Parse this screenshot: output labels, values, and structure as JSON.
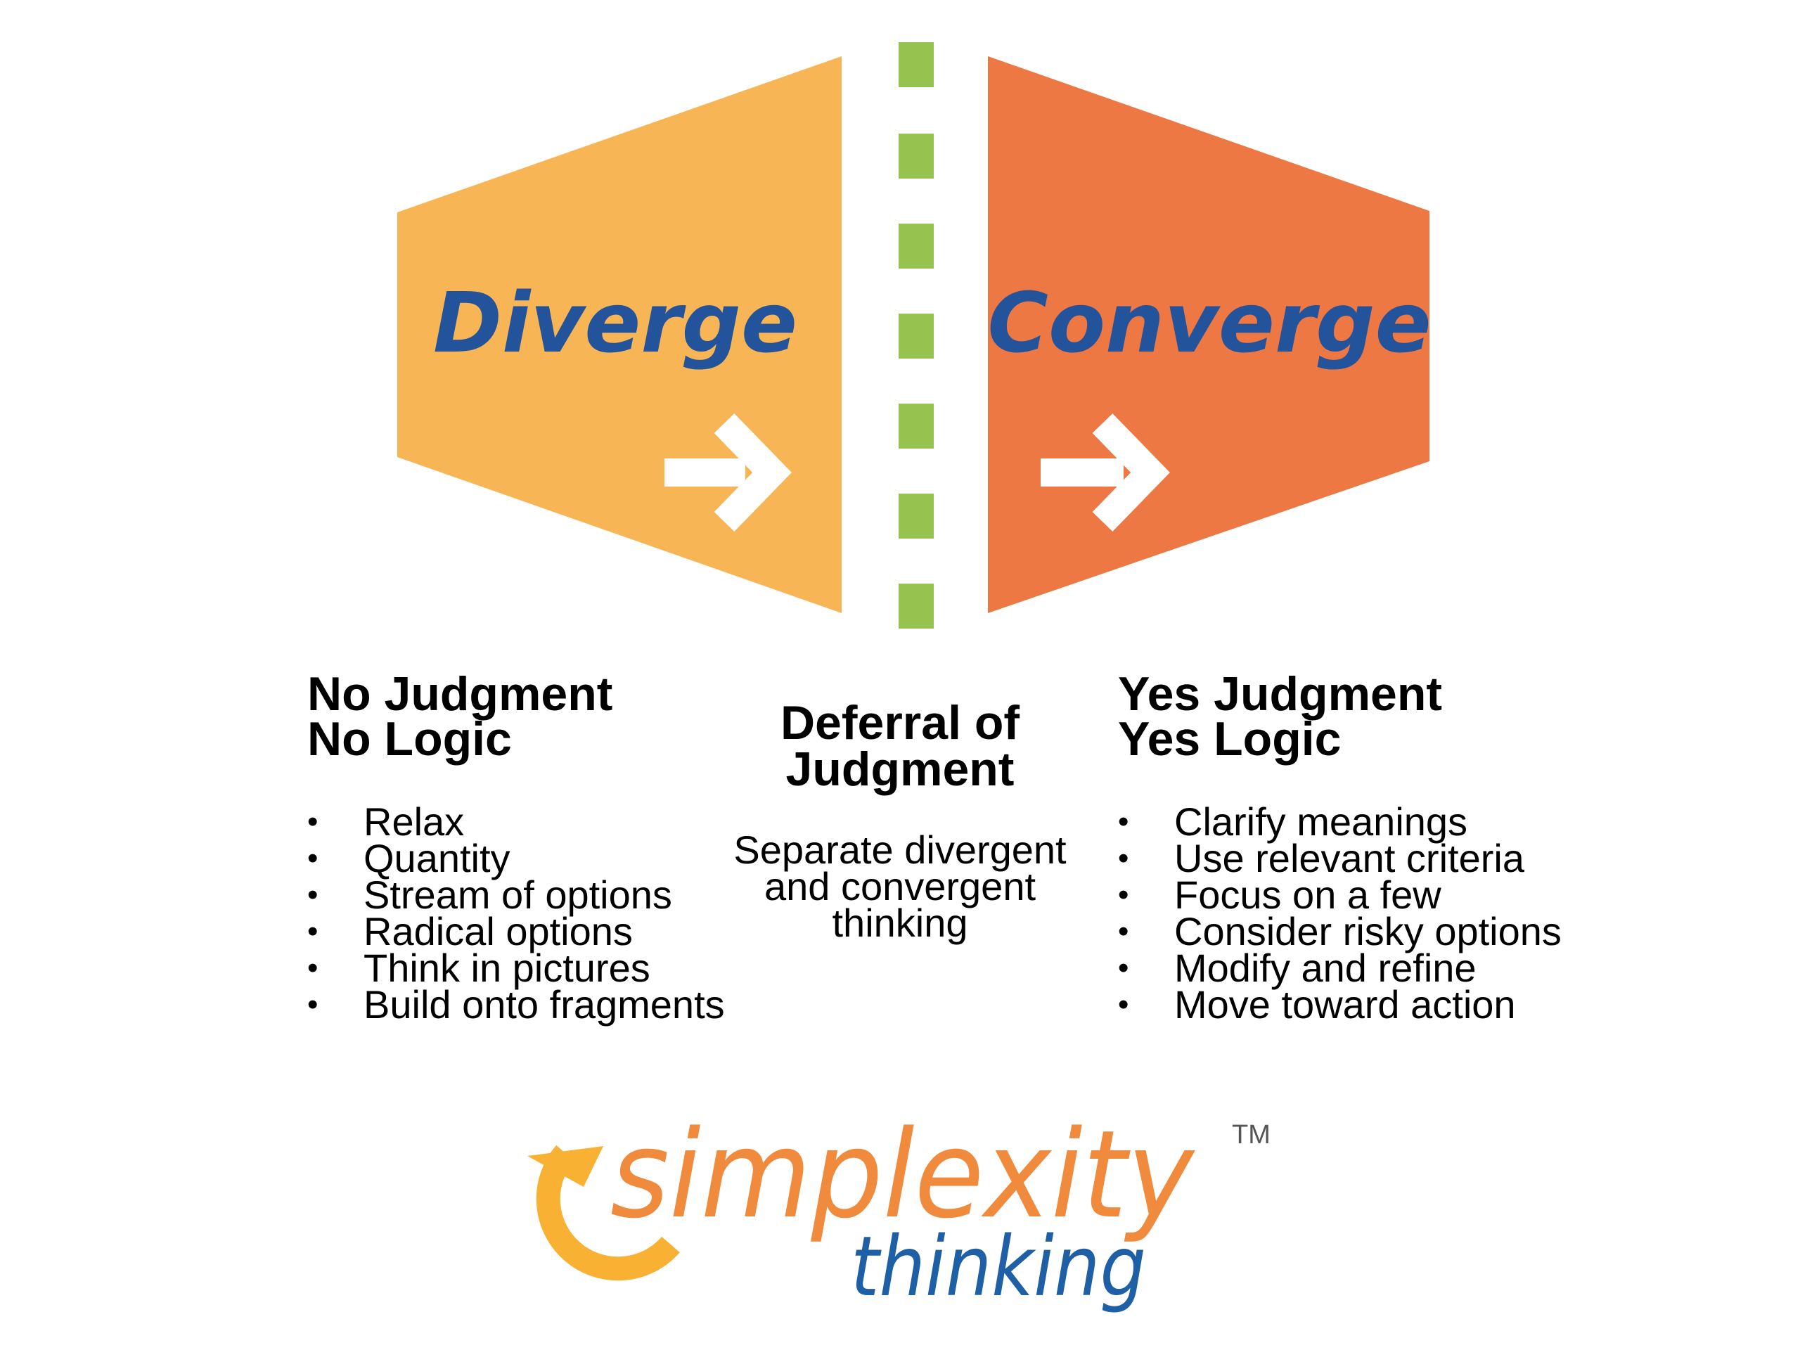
{
  "diagram": {
    "left_shape": {
      "label": "Diverge",
      "fill": "#F7B555",
      "icon": "arrow-right-icon"
    },
    "right_shape": {
      "label": "Converge",
      "fill": "#EE7843",
      "icon": "arrow-right-icon"
    },
    "label_color": "#22539B",
    "divider_color": "#96C24F",
    "arrow_color": "#FFFFFF"
  },
  "left_column": {
    "heading_line1": "No Judgment",
    "heading_line2": "No Logic",
    "items": [
      "Relax",
      "Quantity",
      "Stream of options",
      "Radical options",
      "Think in pictures",
      "Build onto fragments"
    ]
  },
  "middle_column": {
    "heading_line1": "Deferral of",
    "heading_line2": "Judgment",
    "text_line1": "Separate divergent",
    "text_line2": "and convergent",
    "text_line3": "thinking"
  },
  "right_column": {
    "heading_line1": "Yes Judgment",
    "heading_line2": "Yes Logic",
    "items": [
      "Clarify meanings",
      "Use relevant criteria",
      "Focus on a few",
      "Consider risky options",
      "Modify and refine",
      "Move toward action"
    ]
  },
  "logo": {
    "word_main": "simplexity",
    "word_sub": "thinking",
    "trademark": "TM",
    "main_color": "#F08A3C",
    "sub_color": "#1F5FA6",
    "swirl_color": "#F8B133"
  }
}
